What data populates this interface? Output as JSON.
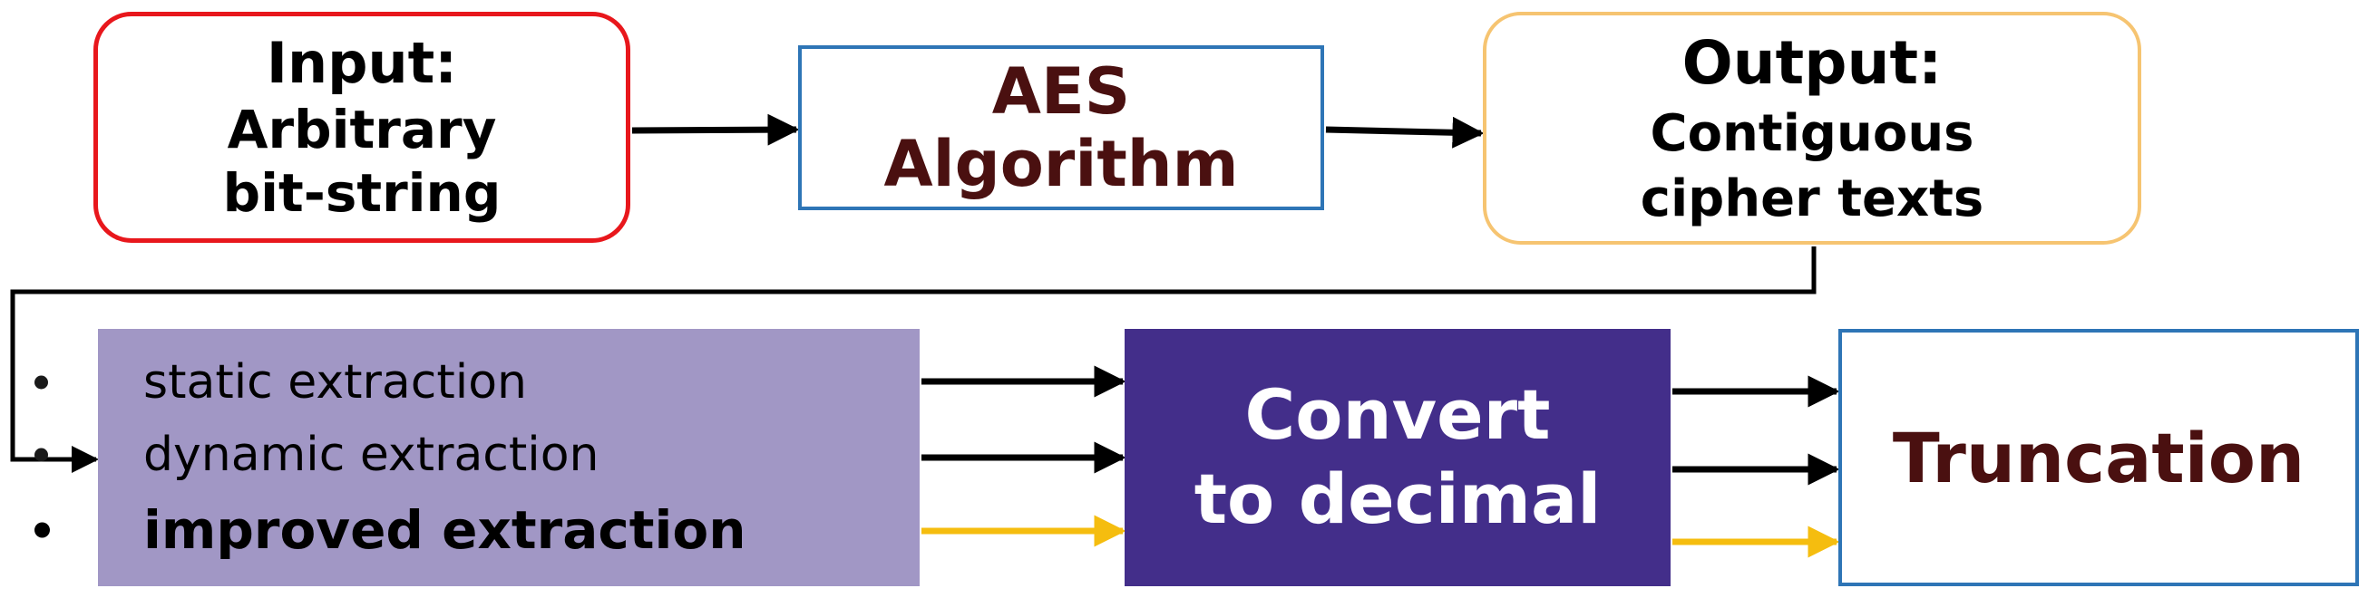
{
  "input": {
    "line1": "Input:",
    "line2": "Arbitrary",
    "line3": "bit-string"
  },
  "aes": {
    "line1": "AES",
    "line2": "Algorithm"
  },
  "output": {
    "line1": "Output:",
    "line2": "Contiguous",
    "line3": "cipher texts"
  },
  "extraction": {
    "items": [
      {
        "label": "static extraction"
      },
      {
        "label": "dynamic extraction"
      },
      {
        "label": "improved extraction"
      }
    ]
  },
  "convert": {
    "line1": "Convert",
    "line2": "to decimal"
  },
  "truncation": {
    "label": "Truncation"
  },
  "colors": {
    "input_border": "#e8171c",
    "process_border": "#2e75b6",
    "output_border": "#f6c471",
    "extraction_fill": "#a197c5",
    "convert_fill": "#432e8a",
    "dark_red_text": "#4a1010",
    "arrow_default": "#000000",
    "arrow_highlight": "#f5bd0f"
  }
}
